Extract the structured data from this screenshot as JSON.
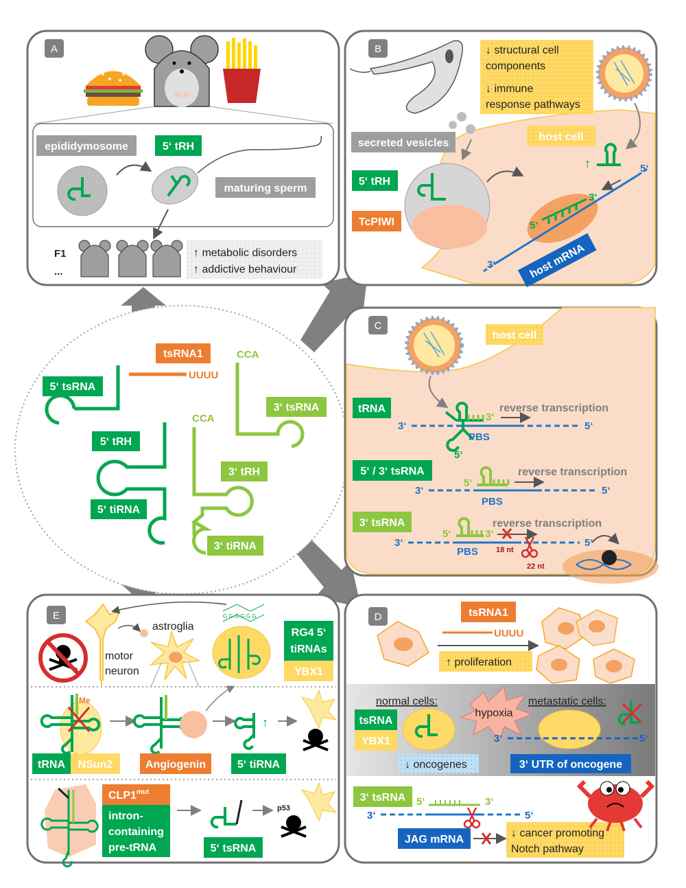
{
  "colors": {
    "dark_green": "#00a651",
    "light_green": "#8dc63f",
    "orange": "#ed7d31",
    "blue": "#1f77c9",
    "dark_blue": "#1565c0",
    "grey": "#9e9e9e",
    "yellow": "#ffd966",
    "cell": "#fbdcc8",
    "red": "#d32f2f"
  },
  "center": {
    "labels": {
      "tsRNA1": "tsRNA1",
      "uuuu": "UUUU",
      "tsRNA5": "5‘ tsRNA",
      "cca1": "CCA",
      "tsRNA3": "3‘ tsRNA",
      "cca2": "CCA",
      "tRH5": "5‘ tRH",
      "tRH3": "3‘ tRH",
      "tiRNA5": "5‘ tiRNA",
      "tiRNA3": "3‘ tiRNA"
    }
  },
  "panelA": {
    "letter": "A",
    "epididymosome": "epididymosome",
    "tRH5": "5‘ tRH",
    "maturing_sperm": "maturing sperm",
    "f1": "F1",
    "dots": "...",
    "effect1": "↑ metabolic disorders",
    "effect2": "↑ addictive behaviour"
  },
  "panelB": {
    "letter": "B",
    "note1": "↓ structural cell",
    "note2": "components",
    "note3": "↓ immune",
    "note4": "response pathways",
    "secreted": "secreted vesicles",
    "host_cell": "host cell",
    "tRH5": "5‘ tRH",
    "tcpiwi": "TcPIWI",
    "up_arrow": "↑",
    "five_prime_a": "5‘",
    "five_prime_b": "5‘",
    "three_prime_a": "3‘",
    "three_prime_b": "3‘",
    "host_mrna": "host mRNA"
  },
  "panelC": {
    "letter": "C",
    "host_cell": "host cell",
    "trna": "tRNA",
    "rt1": "reverse transcription",
    "row1_3": "3‘",
    "row1_3b": "3‘",
    "row1_5": "5‘",
    "row1_5b": "5‘",
    "pbs1": "PBS",
    "tsrna53": "5‘ / 3‘ tsRNA",
    "rt2": "reverse transcription",
    "row2_5a": "5‘",
    "row2_3a": "3‘",
    "row2_5b": "5‘",
    "pbs2": "PBS",
    "tsrna3": "3‘ tsRNA",
    "rt3": "reverse transcription",
    "row3_5a": "5‘",
    "row3_3a": "3‘",
    "row3_3b": "3‘",
    "row3_5b": "5‘",
    "pbs3": "PBS",
    "nt18": "18 nt",
    "nt22": "22 nt"
  },
  "panelD": {
    "letter": "D",
    "tsRNA1": "tsRNA1",
    "uuuu": "UUUU",
    "proliferation": "↑ proliferation",
    "normal_cells": "normal cells:",
    "hypoxia": "hypoxia",
    "metastatic_cells": "metastatic cells:",
    "tsrna": "tsRNA",
    "ybx1": "YBX1",
    "oncogenes": "↓ oncogenes",
    "utr": "3‘ UTR of oncogene",
    "mid_3": "3‘",
    "mid_5": "5‘",
    "tsrna3": "3‘ tsRNA",
    "bot_5a": "5‘",
    "bot_3a": "3‘",
    "bot_3b": "3‘",
    "bot_5b": "5‘",
    "jag": "JAG mRNA",
    "notch1": "↓ cancer promoting",
    "notch2": "Notch  pathway"
  },
  "panelE": {
    "letter": "E",
    "astroglia": "astroglia",
    "motor": "motor",
    "neuron": "neuron",
    "rg4_1": "RG4 5‘",
    "rg4_2": "tiRNAs",
    "ybx1": "YBX1",
    "me": "Me",
    "trna": "tRNA",
    "nsun2": "NSun2",
    "angiogenin": "Angiogenin",
    "tirna5": "5‘ tiRNA",
    "clp1": "CLP1",
    "clp1_sup": "mut",
    "intron1": "intron-",
    "intron2": "containing",
    "intron3": "pre-tRNA",
    "tsrna5": "5‘ tsRNA",
    "p53": "p53",
    "g_text": "G G G G G G"
  }
}
